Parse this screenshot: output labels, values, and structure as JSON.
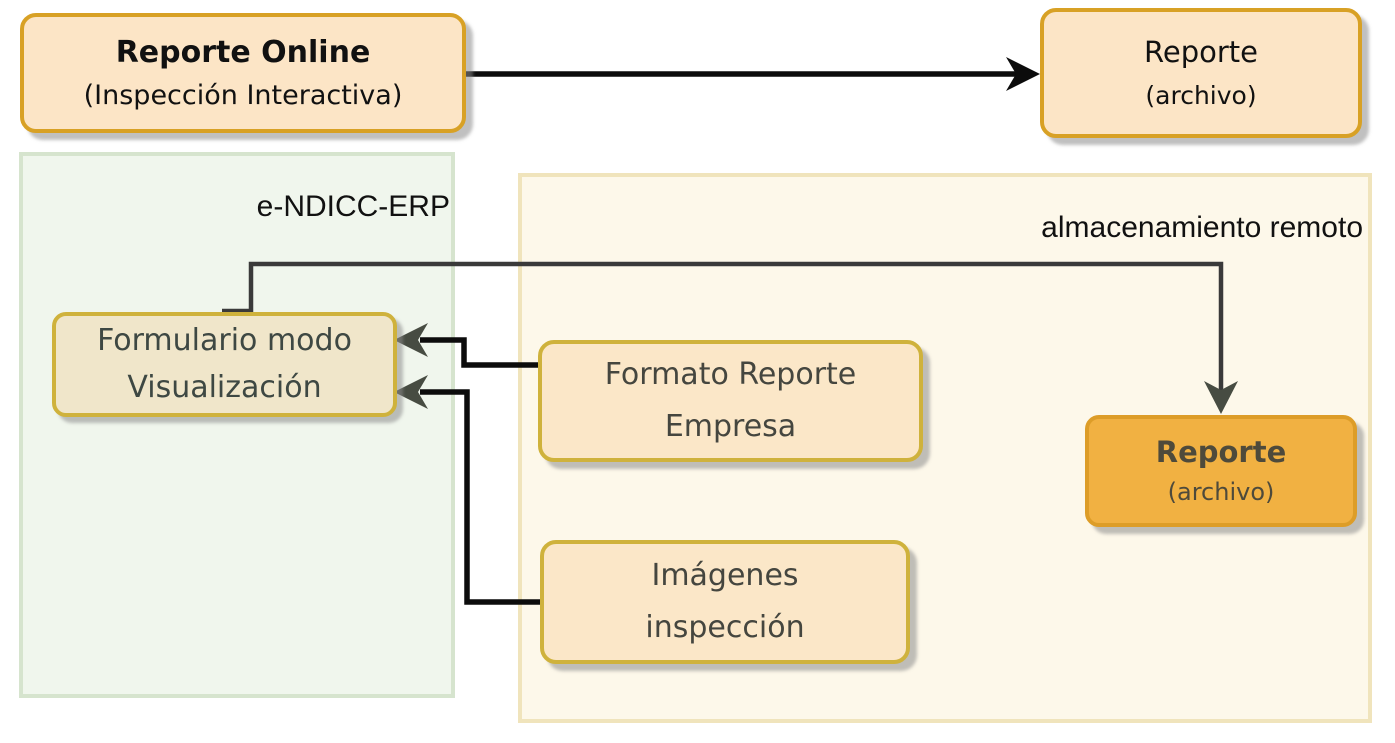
{
  "containers": {
    "erp": {
      "label": "e-NDICC-ERP"
    },
    "remote": {
      "label": "almacenamiento remoto"
    }
  },
  "nodes": {
    "reporte_online": {
      "title": "Reporte Online",
      "subtitle": "(Inspección Interactiva)"
    },
    "reporte_archivo": {
      "title": "Reporte",
      "subtitle": "(archivo)"
    },
    "formulario": {
      "line1": "Formulario modo",
      "line2": "Visualización"
    },
    "formato": {
      "line1": "Formato Reporte",
      "line2": "Empresa"
    },
    "imagenes": {
      "line1": "Imágenes",
      "line2": "inspección"
    },
    "reporte_archivo_remoto": {
      "title": "Reporte",
      "subtitle": "(archivo)"
    }
  },
  "edges": [
    {
      "from": "reporte_online",
      "to": "reporte_archivo",
      "style": "black-arrow-right"
    },
    {
      "from": "formulario",
      "to": "reporte_archivo_remoto",
      "style": "dark-elbow-arrow-down"
    },
    {
      "from": "formato",
      "to": "formulario",
      "style": "black-elbow-arrow-left"
    },
    {
      "from": "imagenes",
      "to": "formulario",
      "style": "black-elbow-arrow-left"
    }
  ],
  "colors": {
    "peach_fill": "#fce5c6",
    "orange_border": "#d8a125",
    "gold_border": "#cfb23c",
    "tan_fill": "#f0e6ca",
    "peach2_fill": "#fbe7c8",
    "orange_fill": "#f1b142",
    "orange_box_border": "#dd9d28",
    "green_fill": "#f0f6ed",
    "green_border": "#d6e4ce",
    "cream_fill": "#fdf8ea",
    "cream_border": "#f0e4bc",
    "line_black": "#0c0c0c",
    "line_dark": "#3a3a3a",
    "arrow_gray": "#474c42",
    "text_black": "#111111"
  }
}
